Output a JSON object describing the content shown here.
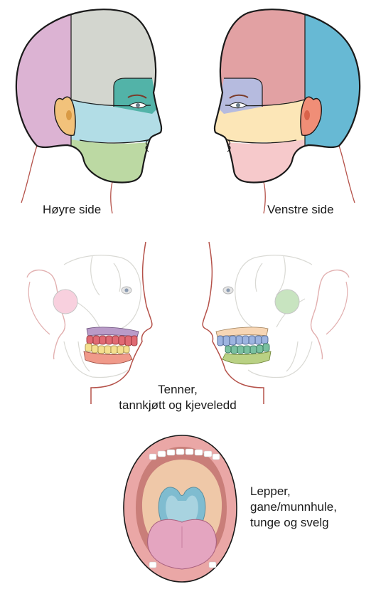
{
  "labels": {
    "right_side": "Høyre side",
    "left_side": "Venstre side",
    "teeth_line1": "Tenner,",
    "teeth_line2": "tannkjøtt og kjeveledd",
    "mouth_line1": "Lepper,",
    "mouth_line2": "gane/munnhule,",
    "mouth_line3": "tunge og svelg"
  },
  "colors": {
    "outline": "#1a1a1a",
    "neck_line": "#b5524a",
    "right_head_back": "#dcb3d3",
    "right_head_top": "#d3d6cf",
    "right_eye_zone": "#52b3a8",
    "right_cheek": "#b2dde6",
    "right_ear": "#f2c27b",
    "right_jaw": "#bcd9a3",
    "left_head_back": "#67b9d4",
    "left_head_top": "#e2a1a3",
    "left_eye_zone": "#b6bbdf",
    "left_cheek": "#fce6b7",
    "left_ear": "#f08e77",
    "left_jaw": "#f6c9cb",
    "tmj_right": "#f8d0de",
    "tmj_left": "#c8e4c0",
    "upper_gum_right": "#b99bc8",
    "upper_teeth_right": "#e06a73",
    "lower_teeth_right": "#f5e08f",
    "lower_gum_right": "#f09a8a",
    "upper_gum_left": "#f7d6b5",
    "upper_teeth_left": "#9db4e0",
    "lower_teeth_left": "#79c0a0",
    "lower_gum_left": "#b9d184",
    "lips": "#eaa7a6",
    "mouth_cavity": "#c97e79",
    "palate": "#efc8a8",
    "throat": "#7fbcd0",
    "tongue": "#e4a5c0"
  }
}
